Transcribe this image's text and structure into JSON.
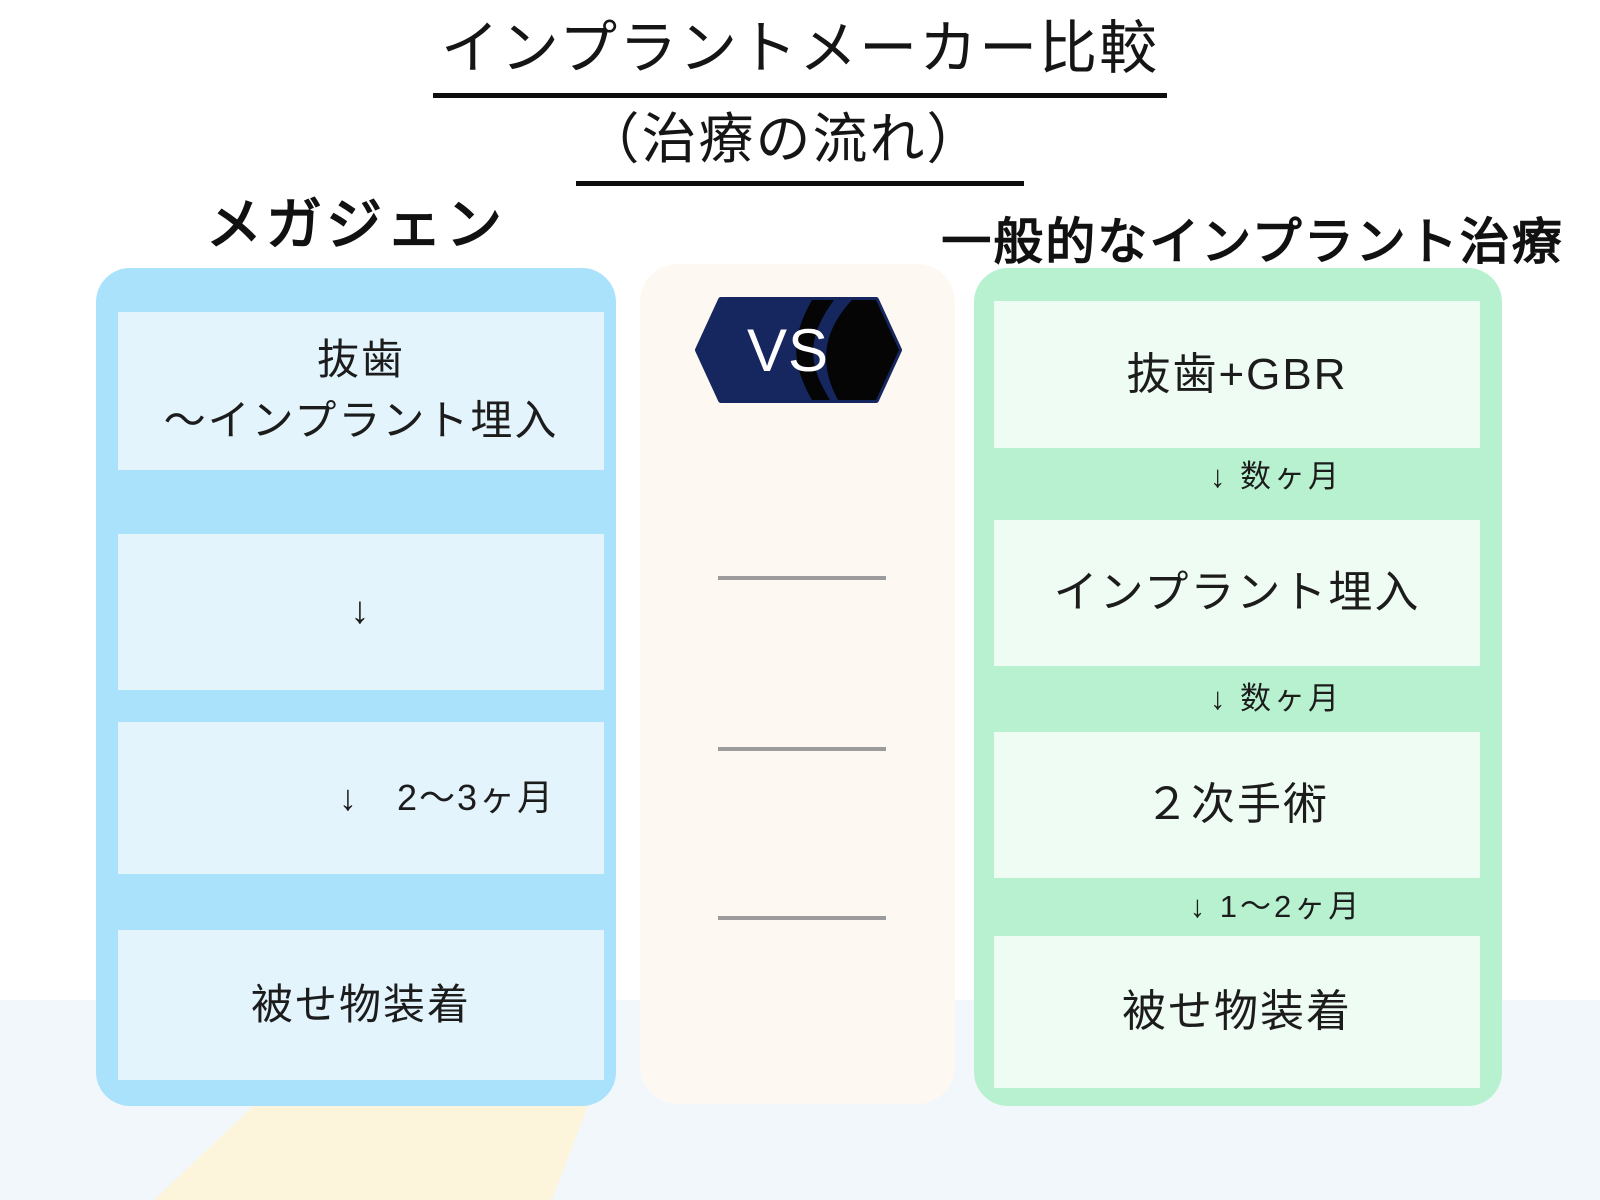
{
  "title": {
    "line1": "インプラントメーカー比較",
    "line2": "（治療の流れ）"
  },
  "left_card": {
    "header": "メガジェン",
    "box1_line1": "抜歯",
    "box1_line2": "〜インプラント埋入",
    "box2": "↓",
    "box3": "↓　2〜3ヶ月",
    "box4": "被せ物装着"
  },
  "vs_badge": {
    "label": "VS"
  },
  "right_card": {
    "header": "一般的なインプラント治療",
    "box1": "抜歯+GBR",
    "arrow1": "↓ 数ヶ月",
    "box2": "インプラント埋入",
    "arrow2": "↓ 数ヶ月",
    "box3": "２次手術",
    "arrow3": "↓ 1〜2ヶ月",
    "box4": "被せ物装着"
  },
  "colors": {
    "left_card_bg": "#A9E2FA",
    "left_box_bg": "#E3F4FD",
    "right_card_bg": "#B7F1CF",
    "right_box_bg": "#EFFCF4",
    "middle_panel_bg": "#FDF8F1",
    "badge_navy": "#16265E",
    "badge_black": "#050505",
    "connector_gray": "#9C9C9C",
    "bottom_band_bg": "#F2F7FC",
    "yellow_accent_bg": "#FCF5DB",
    "text_color": "#151515"
  }
}
